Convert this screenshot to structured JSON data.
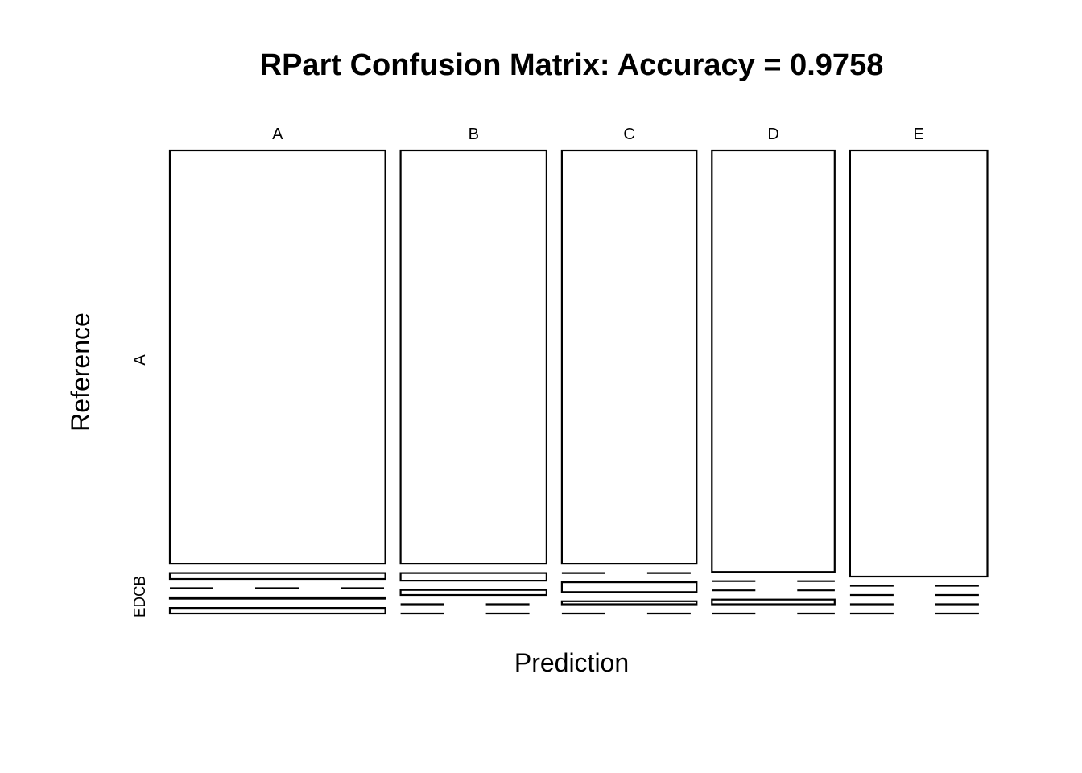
{
  "chart_data": {
    "type": "mosaic",
    "title": "RPart Confusion Matrix: Accuracy =  0.9758",
    "xlabel": "Prediction",
    "ylabel": "Reference",
    "prediction_levels": [
      "A",
      "B",
      "C",
      "D",
      "E"
    ],
    "reference_levels": [
      "A",
      "B",
      "C",
      "D",
      "E"
    ],
    "y_tick_labels": [
      "A",
      "EDCB"
    ],
    "prediction_proportions": [
      0.2906,
      0.1968,
      0.1818,
      0.1656,
      0.1852
    ],
    "reference_proportions_within_prediction": [
      [
        0.97,
        0.014,
        0.0,
        0.003,
        0.013
      ],
      [
        0.97,
        0.018,
        0.012,
        0.0,
        0.0
      ],
      [
        0.97,
        0.0,
        0.023,
        0.007,
        0.0
      ],
      [
        0.989,
        0.0,
        0.0,
        0.011,
        0.0
      ],
      [
        1.0,
        0.0,
        0.0,
        0.0,
        0.0
      ]
    ],
    "colors": {
      "fill": "#ffffff",
      "stroke": "#000000"
    }
  }
}
